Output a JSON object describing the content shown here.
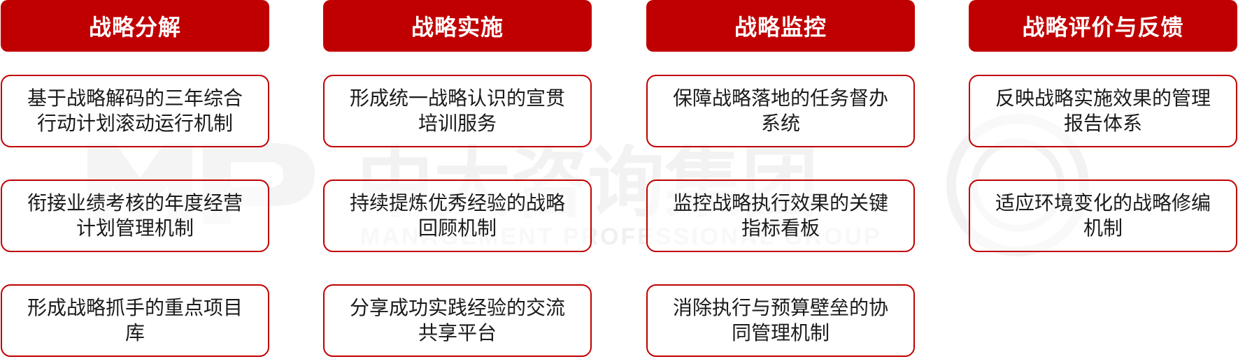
{
  "columns": [
    {
      "title": "战略分解",
      "items": [
        "基于战略解码的三年综合行动计划滚动运行机制",
        "衔接业绩考核的年度经营计划管理机制",
        "形成战略抓手的重点项目库"
      ]
    },
    {
      "title": "战略实施",
      "items": [
        "形成统一战略认识的宣贯培训服务",
        "持续提炼优秀经验的战略回顾机制",
        "分享成功实践经验的交流共享平台"
      ]
    },
    {
      "title": "战略监控",
      "items": [
        "保障战略落地的任务督办系统",
        "监控战略执行效果的关键指标看板",
        "消除执行与预算壁垒的协同管理机制"
      ]
    },
    {
      "title": "战略评价与反馈",
      "items": [
        "反映战略实施效果的管理报告体系",
        "适应环境变化的战略修编机制"
      ]
    }
  ],
  "watermark": {
    "text": "中大咨询集团",
    "subtext": "MANAGEMENT PROFESSIONAL GROUP"
  },
  "colors": {
    "accent": "#c00000",
    "text": "#1a1a1a",
    "watermark": "#f3f3f3"
  }
}
